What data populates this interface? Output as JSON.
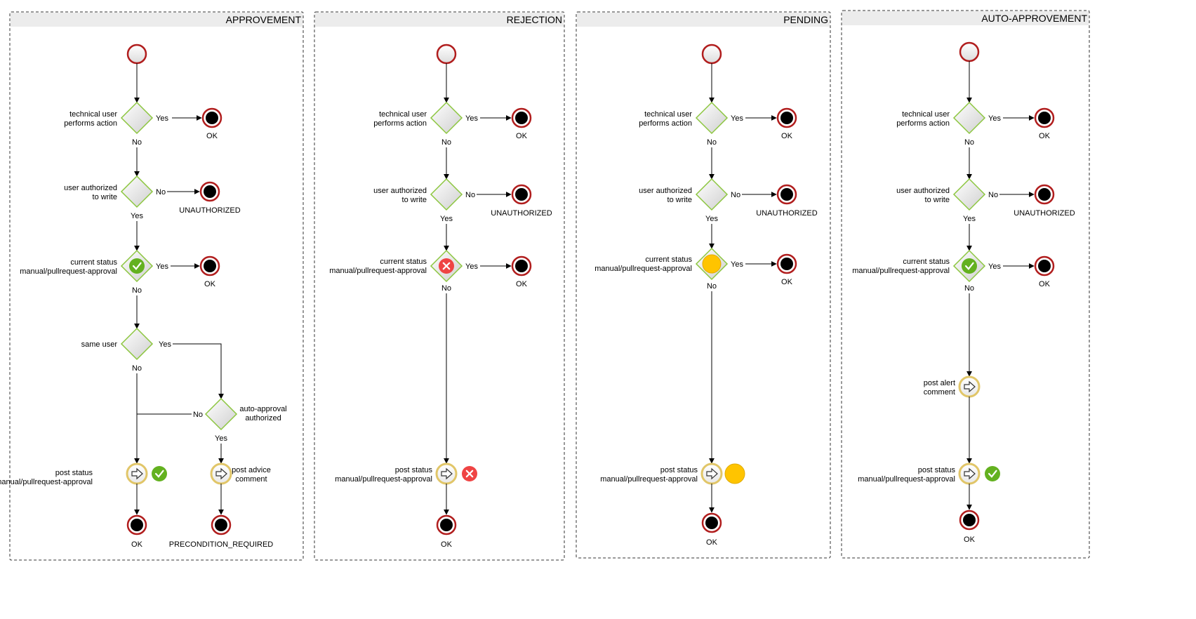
{
  "lanes": [
    {
      "title": "APPROVEMENT",
      "labels": {
        "d1": [
          "technical user",
          "performs action"
        ],
        "d1_yes": "Yes",
        "d1_no": "No",
        "d1_end": "OK",
        "d2": [
          "user authorized",
          "to write"
        ],
        "d2_no": "No",
        "d2_yes": "Yes",
        "d2_end": "UNAUTHORIZED",
        "d3": [
          "current status",
          "manual/pullrequest-approval"
        ],
        "d3_yes": "Yes",
        "d3_no": "No",
        "d3_end": "OK",
        "d4": [
          "same user"
        ],
        "d4_yes": "Yes",
        "d4_no": "No",
        "d5": [
          "auto-approval",
          "authorized"
        ],
        "d5_no": "No",
        "d5_yes": "Yes",
        "t1": [
          "post status",
          "manual/pullrequest-approval"
        ],
        "t1_end": "OK",
        "t2": [
          "post advice",
          "comment"
        ],
        "t2_end": "PRECONDITION_REQUIRED"
      }
    },
    {
      "title": "REJECTION",
      "labels": {
        "d1": [
          "technical user",
          "performs action"
        ],
        "d1_yes": "Yes",
        "d1_no": "No",
        "d1_end": "OK",
        "d2": [
          "user authorized",
          "to write"
        ],
        "d2_no": "No",
        "d2_yes": "Yes",
        "d2_end": "UNAUTHORIZED",
        "d3": [
          "current status",
          "manual/pullrequest-approval"
        ],
        "d3_yes": "Yes",
        "d3_no": "No",
        "d3_end": "OK",
        "t1": [
          "post status",
          "manual/pullrequest-approval"
        ],
        "t1_end": "OK"
      }
    },
    {
      "title": "PENDING",
      "labels": {
        "d1": [
          "technical user",
          "performs action"
        ],
        "d1_yes": "Yes",
        "d1_no": "No",
        "d1_end": "OK",
        "d2": [
          "user authorized",
          "to write"
        ],
        "d2_no": "No",
        "d2_yes": "Yes",
        "d2_end": "UNAUTHORIZED",
        "d3": [
          "current status",
          "manual/pullrequest-approval"
        ],
        "d3_yes": "Yes",
        "d3_no": "No",
        "d3_end": "OK",
        "t1": [
          "post status",
          "manual/pullrequest-approval"
        ],
        "t1_end": "OK"
      }
    },
    {
      "title": "AUTO-APPROVEMENT",
      "labels": {
        "d1": [
          "technical user",
          "performs action"
        ],
        "d1_yes": "Yes",
        "d1_no": "No",
        "d1_end": "OK",
        "d2": [
          "user authorized",
          "to write"
        ],
        "d2_no": "No",
        "d2_yes": "Yes",
        "d2_end": "UNAUTHORIZED",
        "d3": [
          "current status",
          "manual/pullrequest-approval"
        ],
        "d3_yes": "Yes",
        "d3_no": "No",
        "d3_end": "OK",
        "t0": [
          "post alert",
          "comment"
        ],
        "t1": [
          "post status",
          "manual/pullrequest-approval"
        ],
        "t1_end": "OK"
      }
    }
  ],
  "status_icons": {
    "approved": "check-icon",
    "rejected": "cross-icon",
    "pending": "pending-dot-icon"
  },
  "colors": {
    "start_fill": "#ececec",
    "event_ring": "#b11e1e",
    "gateway_border": "#8cc63f",
    "task_ring": "#e1c669",
    "approved": "#63b11f",
    "rejected": "#ef4444",
    "pending": "#ffc400",
    "lane_header": "#ececec"
  }
}
